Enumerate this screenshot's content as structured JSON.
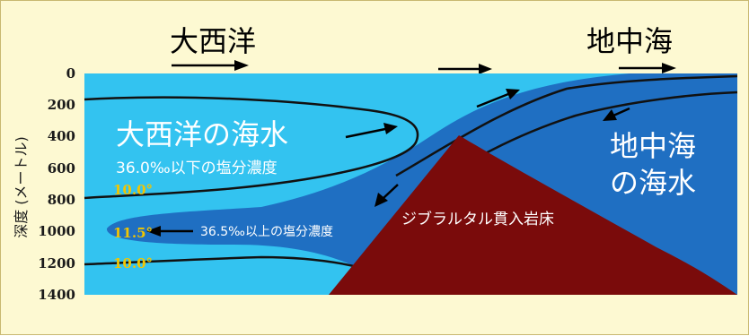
{
  "titles": {
    "atlantic": "大西洋",
    "mediterranean": "地中海"
  },
  "labels": {
    "atlantic_water": "大西洋の海水",
    "mediterranean_water_line1": "地中海",
    "mediterranean_water_line2": "の海水",
    "salinity_low": "36.0‰以下の塩分濃度",
    "salinity_high": "36.5‰以上の塩分濃度",
    "sill": "ジブラルタル貫入岩床"
  },
  "temperatures": {
    "upper": "10.0°",
    "core": "11.5°",
    "lower": "10.0°"
  },
  "axis": {
    "label": "深度 (メートル)",
    "ticks": [
      "0",
      "200",
      "400",
      "600",
      "800",
      "1000",
      "1200",
      "1400"
    ]
  },
  "colors": {
    "background": "#fdf9d2",
    "atlantic_water": "#33c3f0",
    "mediterranean_water": "#1f6fc2",
    "sill_rock": "#7a0b0b",
    "temperature_text": "#f2c500"
  }
}
